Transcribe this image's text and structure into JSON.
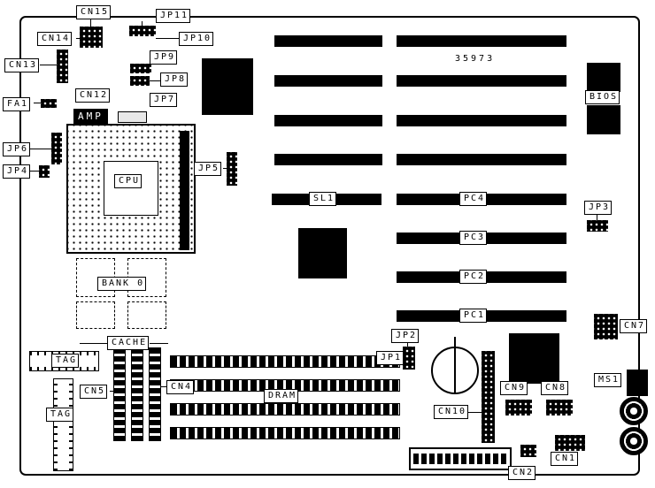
{
  "board": {
    "part_number": "35973",
    "labels": {
      "cn15": "CN15",
      "cn14": "CN14",
      "cn13": "CN13",
      "cn12": "CN12",
      "fa1": "FA1",
      "amp": "AMP",
      "jp11": "JP11",
      "jp10": "JP10",
      "jp9": "JP9",
      "jp8": "JP8",
      "jp7": "JP7",
      "jp6": "JP6",
      "jp5": "JP5",
      "jp4": "JP4",
      "jp3": "JP3",
      "jp2": "JP2",
      "jp1": "JP1",
      "cpu": "CPU",
      "bios": "BIOS",
      "sl1": "SL1",
      "pc4": "PC4",
      "pc3": "PC3",
      "pc2": "PC2",
      "pc1": "PC1",
      "bank0": "BANK 0",
      "cache": "CACHE",
      "tag_top": "TAG",
      "tag_bottom": "TAG",
      "cn5": "CN5",
      "cn4": "CN4",
      "dram": "DRAM",
      "cn10": "CN10",
      "cn9": "CN9",
      "cn8": "CN8",
      "cn7": "CN7",
      "cn1": "CN1",
      "cn2": "CN2",
      "ms1": "MS1"
    }
  }
}
